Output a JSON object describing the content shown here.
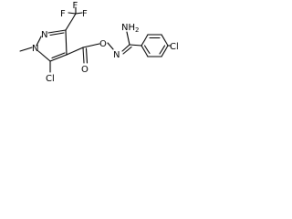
{
  "structure": {
    "atoms": {
      "fluorine_top": "F",
      "fluorine_left": "F",
      "fluorine_right": "F",
      "nitrogen_n1": "N",
      "nitrogen_n2": "N",
      "chlorine_ring": "Cl",
      "oxygen_ester_single": "O",
      "oxygen_carbonyl": "O",
      "nitrogen_oxime": "N",
      "amine_n": "NH",
      "amine_h_subscript": "2",
      "chlorine_phenyl": "Cl"
    }
  },
  "colors": {
    "bond": "#000000",
    "text": "#000000",
    "background": "#ffffff"
  }
}
